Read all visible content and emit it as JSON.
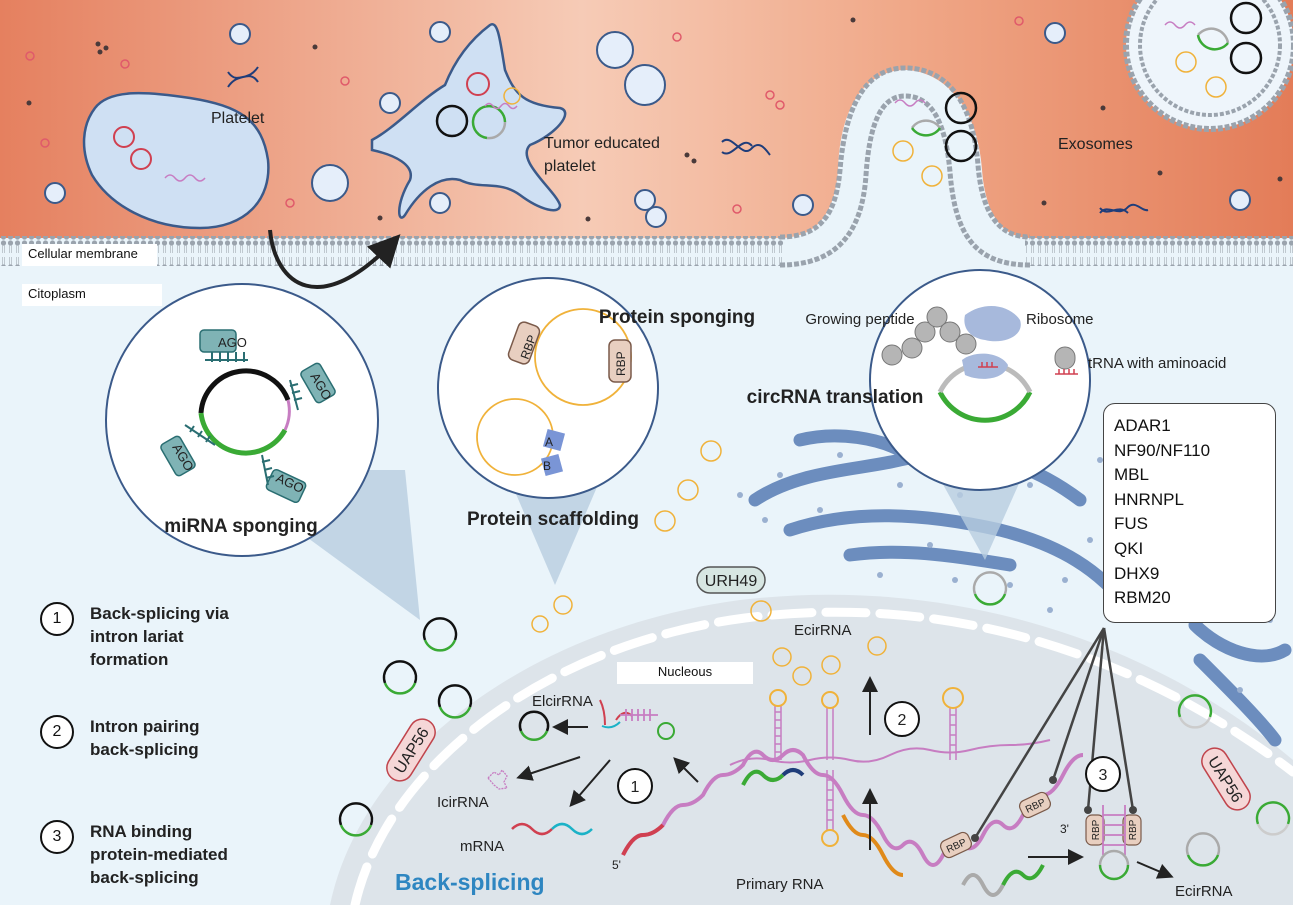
{
  "regions": {
    "membrane": "Cellular membrane",
    "cytoplasm": "Citoplasm",
    "nucleus": "Nucleous"
  },
  "extracellular": {
    "platelet": "Platelet",
    "tep": [
      "Tumor educated",
      "platelet"
    ],
    "exosomes": "Exosomes"
  },
  "functions": {
    "mirna": {
      "title": "miRNA sponging",
      "ago": "AGO"
    },
    "protein_sponging": {
      "title": "Protein sponging",
      "rbp": "RBP"
    },
    "protein_scaffolding": {
      "title": "Protein scaffolding",
      "a": "A",
      "b": "B"
    },
    "translation": {
      "title": "circRNA translation",
      "peptide": "Growing peptide",
      "ribosome": "Ribosome",
      "trna": "tRNA with aminoacid"
    }
  },
  "factors": [
    "ADAR1",
    "NF90/NF110",
    "MBL",
    "HNRNPL",
    "FUS",
    "QKI",
    "DHX9",
    "RBM20"
  ],
  "nucleus_labels": {
    "urh49": "URH49",
    "uap56": "UAP56",
    "elcirna": "ElcirRNA",
    "icirna": "IcirRNA",
    "mrna": "mRNA",
    "ecirna": "EcirRNA",
    "primary_rna": "Primary RNA",
    "five_prime": "5'",
    "three_prime": "3'",
    "back_splicing": "Back-splicing",
    "rbp": "RBP"
  },
  "markers": [
    "1",
    "2",
    "3"
  ],
  "steps": [
    {
      "num": "1",
      "text": [
        "Back-splicing via",
        "intron lariat",
        "formation"
      ]
    },
    {
      "num": "2",
      "text": [
        "Intron pairing",
        "back-splicing"
      ]
    },
    {
      "num": "3",
      "text": [
        "RNA binding",
        "protein-mediated",
        "back-splicing"
      ]
    }
  ],
  "colors": {
    "extracellular": "#e8886a",
    "cytoplasm": "#eaf4fa",
    "nucleus": "#dde4ea",
    "green": "#3aaa35",
    "black": "#111111",
    "pink": "#c77dc2",
    "orange": "#f0b23a",
    "blue_er": "#6c8dbe",
    "back_splicing_blue": "#2e86c1"
  }
}
